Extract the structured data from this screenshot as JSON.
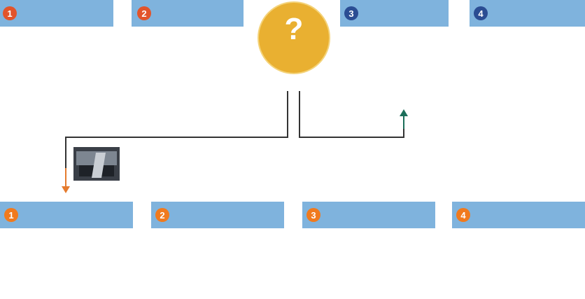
{
  "top_steps": [
    {
      "num": "1",
      "title": "",
      "desc": ""
    },
    {
      "num": "2",
      "title": "",
      "desc": ""
    },
    {
      "num": "3",
      "title": "",
      "desc": ""
    },
    {
      "num": "4",
      "title": "",
      "desc": ""
    }
  ],
  "bottom_steps": [
    {
      "num": "1",
      "title": "",
      "desc": ""
    },
    {
      "num": "2",
      "title": "",
      "desc": ""
    },
    {
      "num": "3",
      "title": "",
      "desc": ""
    },
    {
      "num": "4",
      "title": "",
      "desc": ""
    }
  ],
  "hub": {
    "symbol": "?",
    "text": ""
  },
  "left_branch": {
    "part1": "",
    "part2": "",
    "sep": "",
    "line2": ""
  },
  "right_branch": {
    "line1": "",
    "line2": ""
  },
  "photo_caption": {
    "line1": "",
    "line2": ""
  },
  "colors": {
    "header": "#7fb3dd",
    "hub": "#e9b031",
    "arrow_left": "#e57b2e",
    "arrow_right": "#1c6f5a",
    "connector": "#333333"
  },
  "icons": [
    "question-mark-icon",
    "train-photo-icon",
    "arrow-down-icon",
    "arrow-up-icon"
  ]
}
